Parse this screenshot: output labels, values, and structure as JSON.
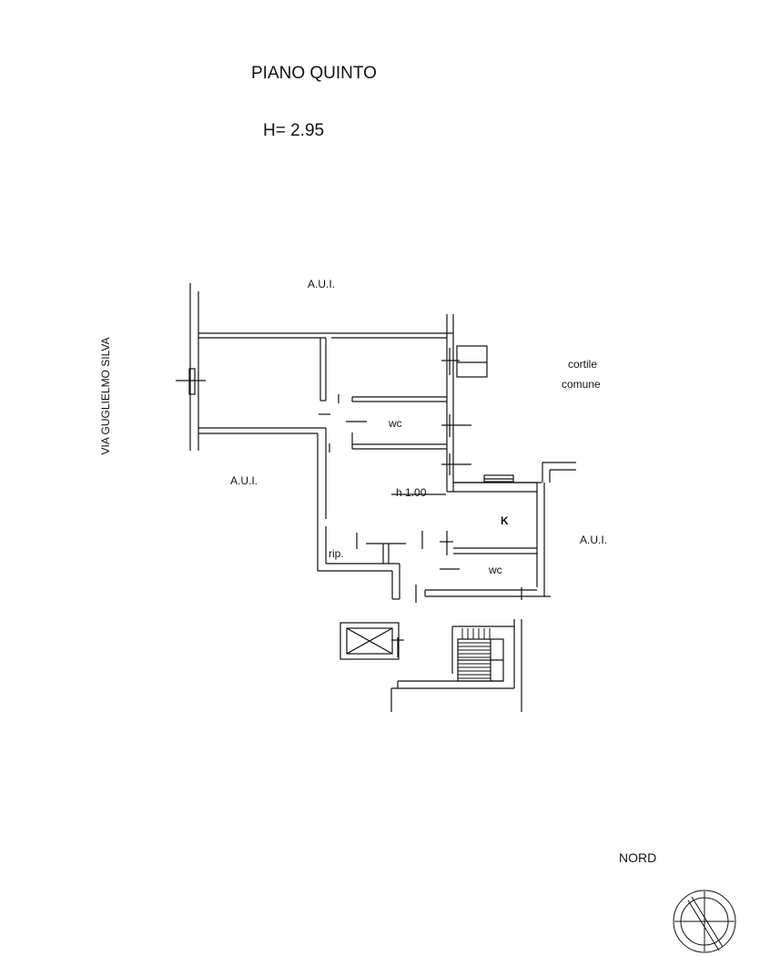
{
  "header": {
    "floor_title": "PIANO QUINTO",
    "height_label": "H= 2.95"
  },
  "labels": {
    "aui_top": "A.U.I.",
    "aui_left": "A.U.I.",
    "aui_right": "A.U.I.",
    "cortile_line1": "cortile",
    "cortile_line2": "comune",
    "street": "VIA GUGLIELMO SILVA",
    "wc_upper": "wc",
    "wc_lower": "wc",
    "kitchen": "K",
    "ripostiglio": "rip.",
    "sill_height": "h 1.00"
  },
  "compass": {
    "label": "NORD"
  }
}
